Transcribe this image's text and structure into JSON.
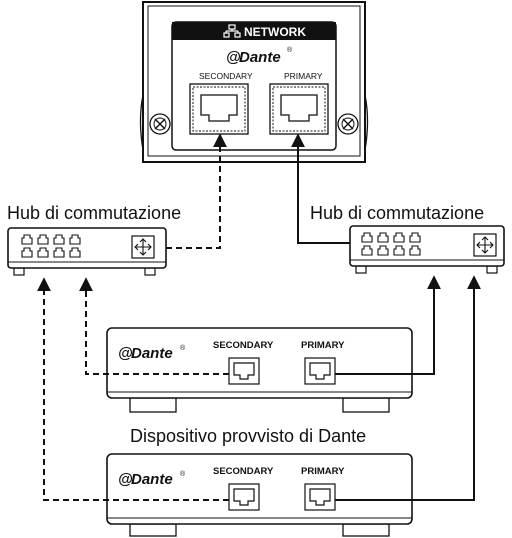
{
  "panel": {
    "network_label": "NETWORK",
    "brand": "Dante",
    "secondary_label": "SECONDARY",
    "primary_label": "PRIMARY"
  },
  "hubs": {
    "left_label": "Hub di commutazione",
    "right_label": "Hub di commutazione"
  },
  "devices": {
    "brand": "Dante",
    "secondary_label": "SECONDARY",
    "primary_label": "PRIMARY",
    "caption": "Dispositivo provvisto di Dante"
  },
  "colors": {
    "line": "#111111",
    "panel_header": "#111111",
    "background": "#ffffff"
  }
}
